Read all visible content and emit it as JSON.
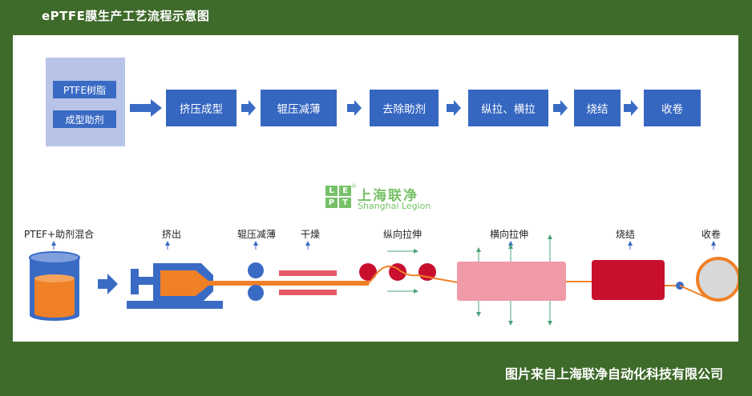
{
  "title": "ePTFE膜生产工艺流程示意图",
  "footer": "图片来自上海联净自动化科技有限公司",
  "top_flow": {
    "materials": [
      "PTFE树脂",
      "成型助剂"
    ],
    "steps": [
      "挤压成型",
      "辊压减薄",
      "去除助剂",
      "纵拉、横拉",
      "烧结",
      "收卷"
    ]
  },
  "logo": {
    "letters": [
      "L",
      "E",
      "P",
      "T"
    ],
    "cn": "上海联净",
    "en": "Shanghai Legion",
    "reg": "®"
  },
  "process": {
    "mix": "PTEF+助剂混合",
    "extrude": "挤出",
    "roll": "辊压减薄",
    "dry": "干燥",
    "long_stretch": "纵向拉伸",
    "trans_stretch": "横向拉伸",
    "sinter": "烧结",
    "wind": "收卷"
  },
  "colors": {
    "background": "#3e6a2a",
    "box_blue": "#3566c0",
    "material_bg": "#b7c4e8",
    "orange": "#f08026",
    "red": "#c8102e",
    "pink": "#ef9aa6",
    "green_logo": "#76c168",
    "arrow_green": "#4aa37a"
  }
}
